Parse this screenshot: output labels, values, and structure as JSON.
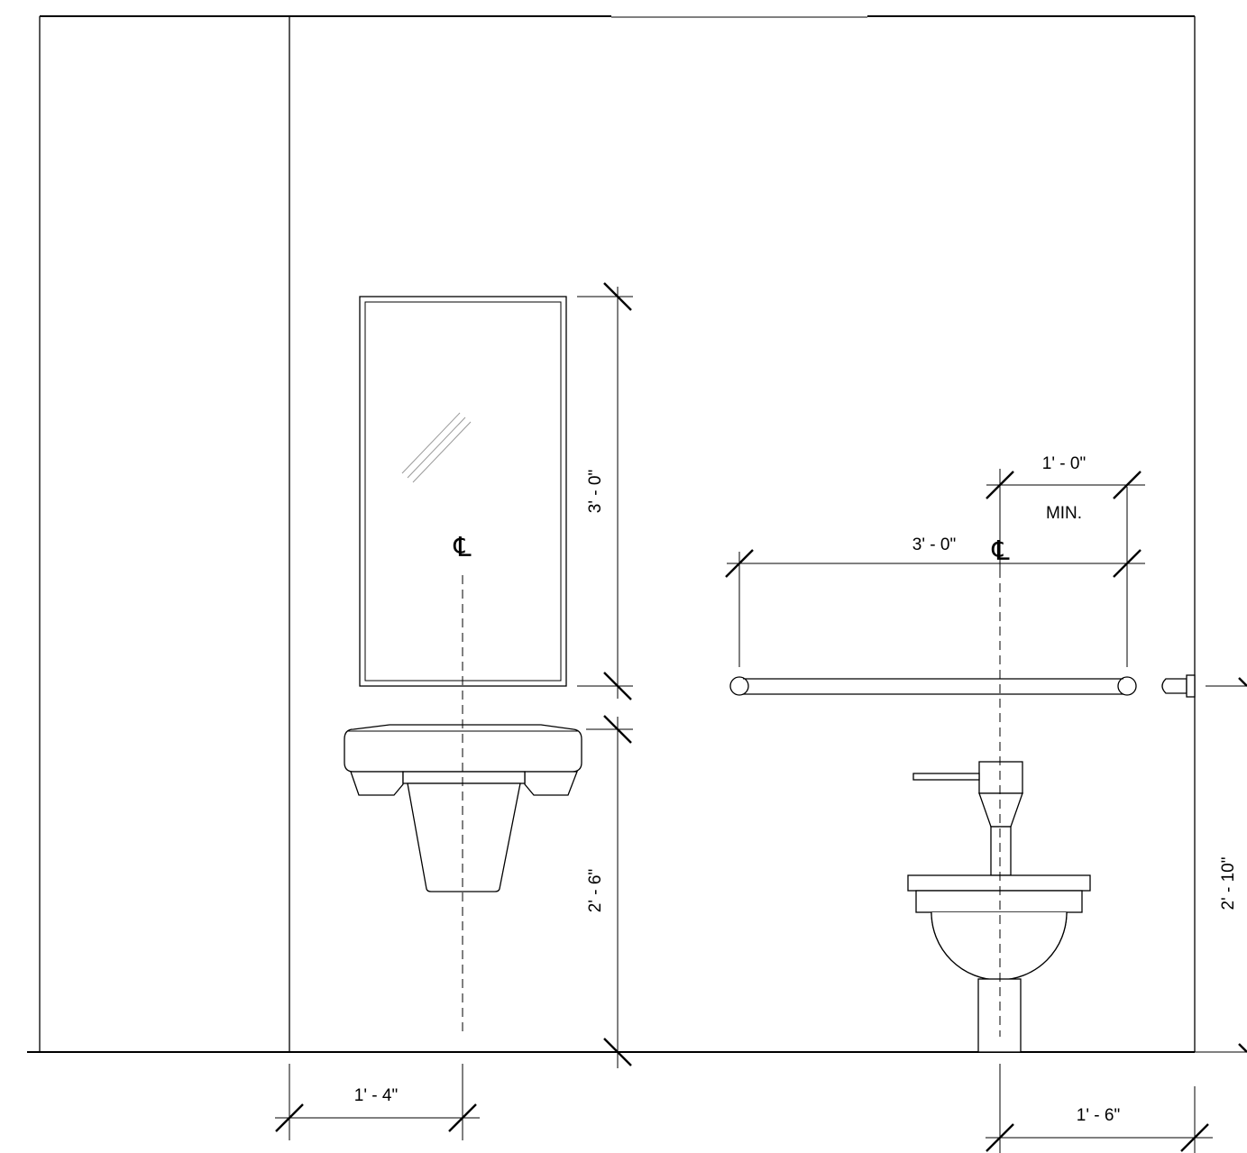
{
  "dimensions": {
    "mirror_height": "3' - 0\"",
    "sink_height": "2' - 6\"",
    "sink_centerline_offset": "1' - 4\"",
    "grab_bar_length": "3' - 0\"",
    "grab_bar_extension": "1' - 0\"",
    "grab_bar_extension_note": "MIN.",
    "grab_bar_height": "2' - 10\"",
    "toilet_centerline_offset": "1' - 6\""
  },
  "symbols": {
    "centerline": "℄"
  }
}
